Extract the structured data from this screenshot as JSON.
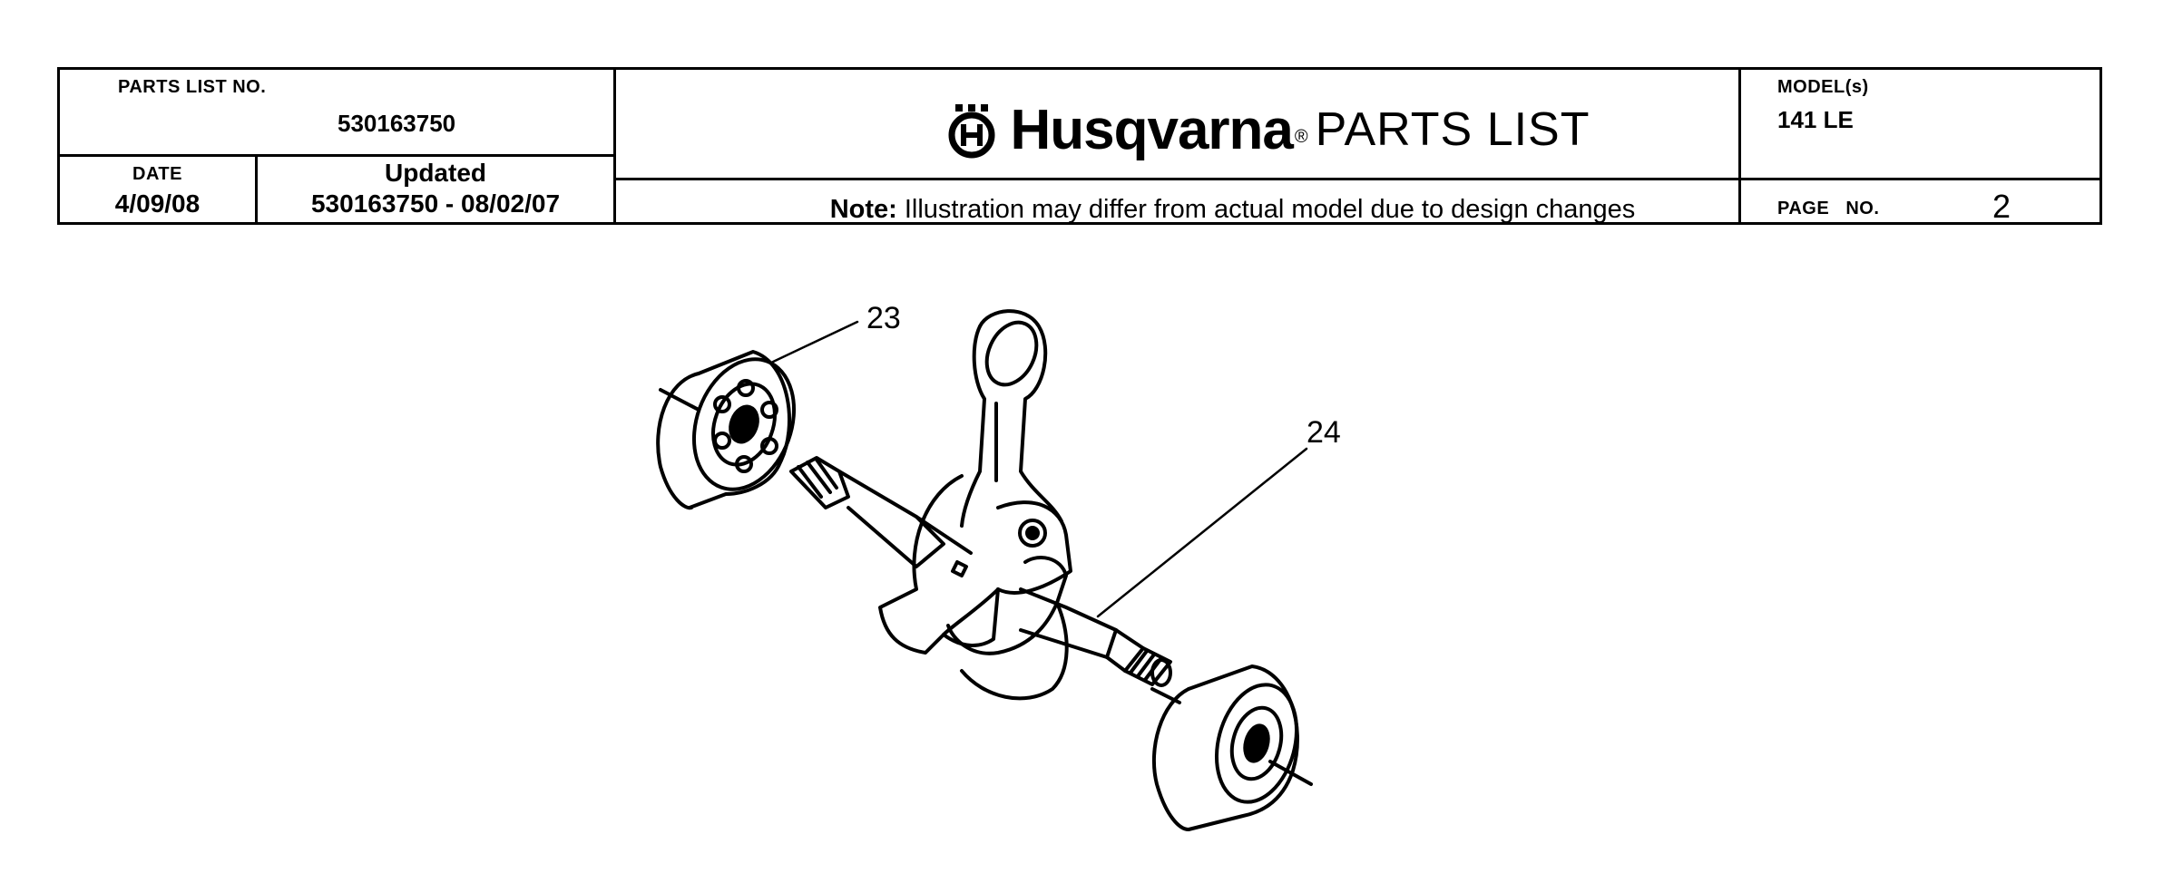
{
  "header": {
    "parts_list_label": "PARTS LIST NO.",
    "parts_list_no": "530163750",
    "date_label": "DATE",
    "date": "4/09/08",
    "updated_label": "Updated",
    "updated_value": "530163750 - 08/02/07",
    "brand_name": "Husqvarna",
    "brand_reg": "®",
    "title": "PARTS LIST",
    "note_prefix": "Note:",
    "note_text": " Illustration may differ from actual model due to design changes",
    "model_label": "MODEL(s)",
    "model": "141 LE",
    "page_label": "PAGE   NO.",
    "page_no": "2"
  },
  "figure": {
    "callouts": [
      "23",
      "24"
    ]
  }
}
